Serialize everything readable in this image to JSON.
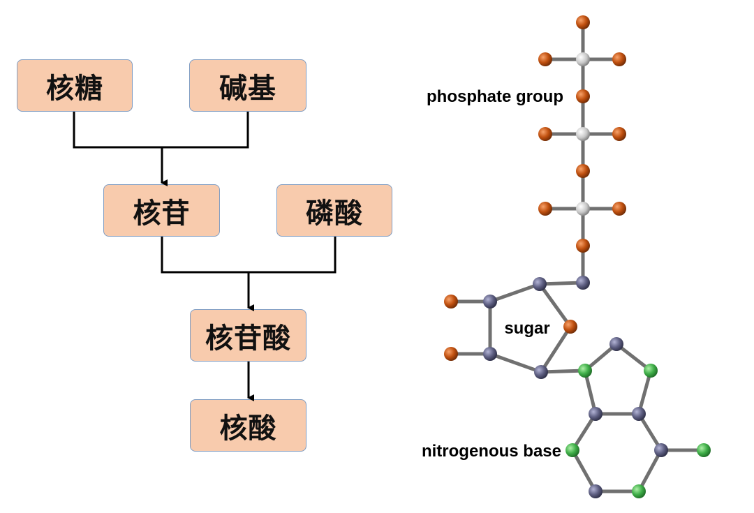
{
  "flow": {
    "ribose": "核糖",
    "base": "碱基",
    "nucleoside": "核苷",
    "phosphoric_acid": "磷酸",
    "nucleotide": "核苷酸",
    "nucleic_acid": "核酸"
  },
  "molecule": {
    "phosphate_label": "phosphate group",
    "sugar_label": "sugar",
    "base_label": "nitrogenous base"
  },
  "colors": {
    "box_fill": "#f8cbad",
    "box_border": "#7f9cc2",
    "oxygen_atom": "#c0500f",
    "phosphorus_atom": "#c8c8c8",
    "carbon_atom": "#5e5f82",
    "nitrogen_atom": "#3fae48",
    "bond": "#707070"
  }
}
